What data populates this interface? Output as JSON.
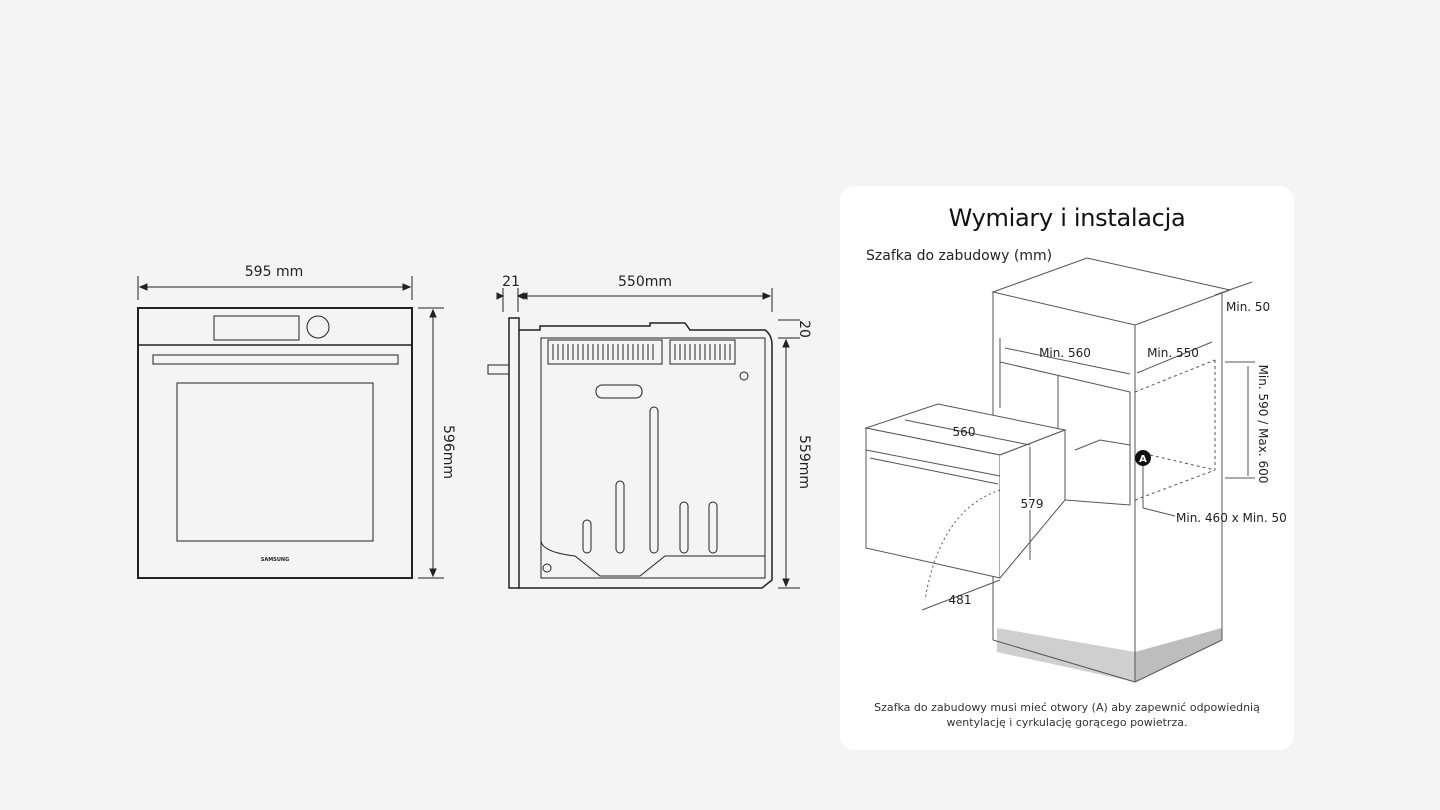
{
  "front_view": {
    "width_label": "595 mm",
    "height_label": "596mm",
    "brand": "SAMSUNG"
  },
  "side_view": {
    "door_label": "21",
    "depth_label": "550mm",
    "top_label": "20",
    "height_label": "559mm"
  },
  "install_panel": {
    "title": "Wymiary i instalacja",
    "subtitle": "Szafka do zabudowy (mm)",
    "labels": {
      "min_50_top": "Min. 50",
      "min_560": "Min. 560",
      "min_550": "Min. 550",
      "height_range": "Min. 590 / Max. 600",
      "vent_marker": "A",
      "vent_size": "Min. 460 x Min. 50",
      "oven_width": "560",
      "oven_height": "579",
      "door_swing": "481"
    },
    "caption_line1": "Szafka do zabudowy musi mieć otwory (A) aby zapewnić odpowiednią",
    "caption_line2": "wentylację i cyrkulację gorącego powietrza."
  }
}
